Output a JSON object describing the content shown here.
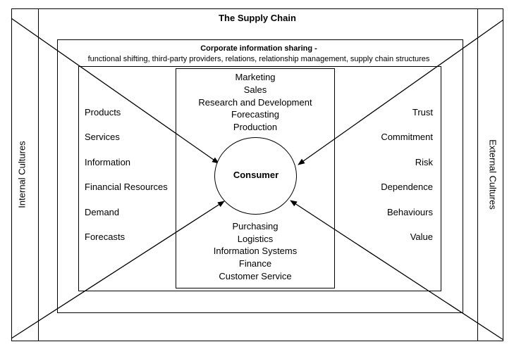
{
  "title": "The Supply Chain",
  "left_label": "Internal Cultures",
  "right_label": "External Cultures",
  "info_sharing": {
    "title": "Corporate information sharing -",
    "subtitle": "functional shifting, third-party providers, relations, relationship management, supply chain structures"
  },
  "center": {
    "label": "Consumer",
    "top_functions": [
      "Marketing",
      "Sales",
      "Research and Development",
      "Forecasting",
      "Production"
    ],
    "bottom_functions": [
      "Purchasing",
      "Logistics",
      "Information Systems",
      "Finance",
      "Customer Service"
    ]
  },
  "left_flows": [
    "Products",
    "Services",
    "Information",
    "Financial Resources",
    "Demand",
    "Forecasts"
  ],
  "right_factors": [
    "Trust",
    "Commitment",
    "Risk",
    "Dependence",
    "Behaviours",
    "Value"
  ]
}
